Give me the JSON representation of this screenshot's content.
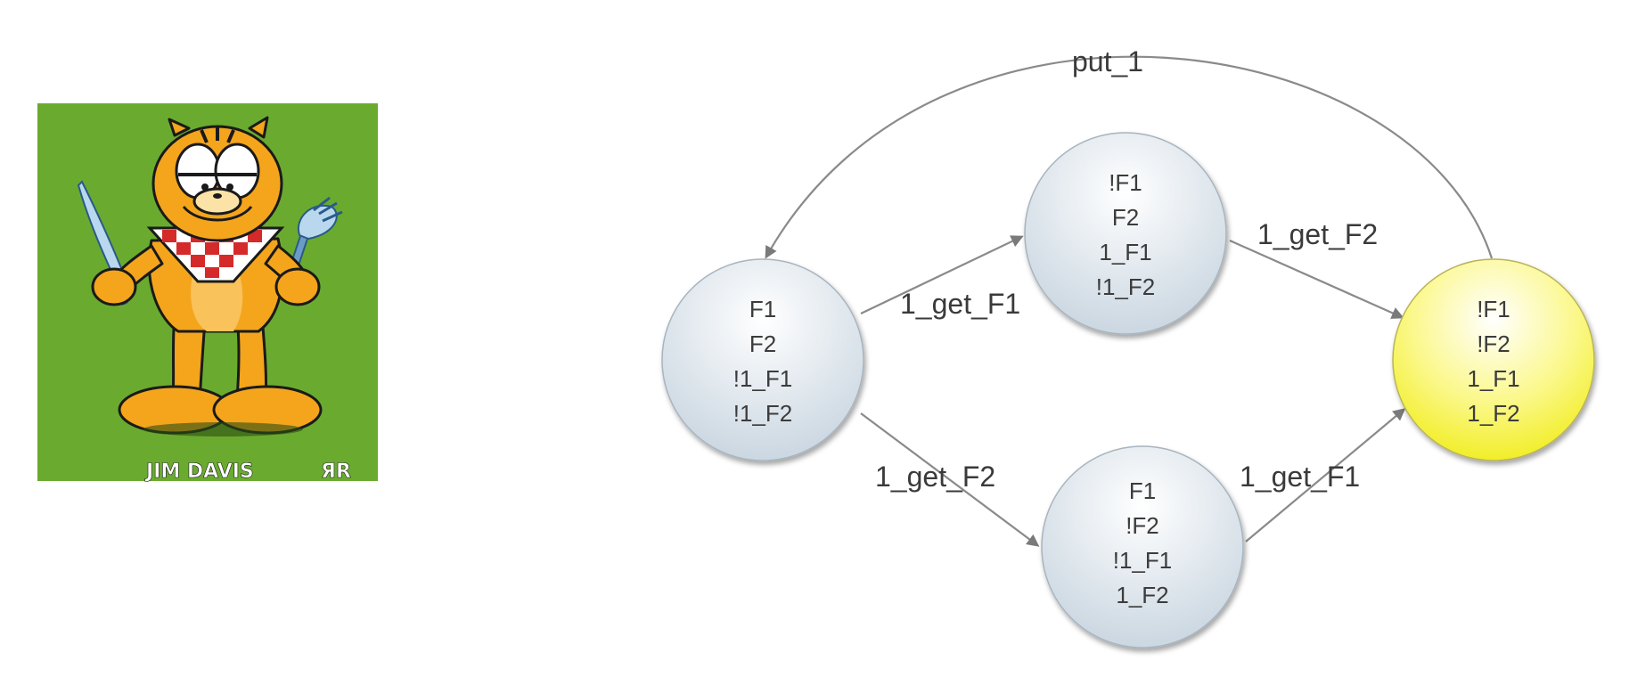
{
  "illustration": {
    "subject": "Garfield holding a knife and a fork, wearing a checkered bib",
    "signature": "JIM DAVIS",
    "mark": "ЯR",
    "colors": {
      "background": "#6aab2f",
      "fur": "#f4a51c",
      "stripe": "#1a1a1a",
      "bib_red": "#d42a2a"
    }
  },
  "diagram": {
    "colors": {
      "node_fill": "#d3dde6",
      "node_highlight": "#f2f02a",
      "edge": "#8a8a8a",
      "text": "#3c3c3c"
    },
    "states": [
      {
        "id": "s0",
        "lines": [
          "F1",
          "F2",
          "!1_F1",
          "!1_F2"
        ],
        "highlight": false
      },
      {
        "id": "s1",
        "lines": [
          "!F1",
          "F2",
          "1_F1",
          "!1_F2"
        ],
        "highlight": false
      },
      {
        "id": "s2",
        "lines": [
          "F1",
          "!F2",
          "!1_F1",
          "1_F2"
        ],
        "highlight": false
      },
      {
        "id": "s3",
        "lines": [
          "!F1",
          "!F2",
          "1_F1",
          "1_F2"
        ],
        "highlight": true
      }
    ],
    "transitions": [
      {
        "from": "s0",
        "to": "s1",
        "label": "1_get_F1"
      },
      {
        "from": "s0",
        "to": "s2",
        "label": "1_get_F2"
      },
      {
        "from": "s1",
        "to": "s3",
        "label": "1_get_F2"
      },
      {
        "from": "s2",
        "to": "s3",
        "label": "1_get_F1"
      },
      {
        "from": "s3",
        "to": "s0",
        "label": "put_1"
      }
    ]
  }
}
